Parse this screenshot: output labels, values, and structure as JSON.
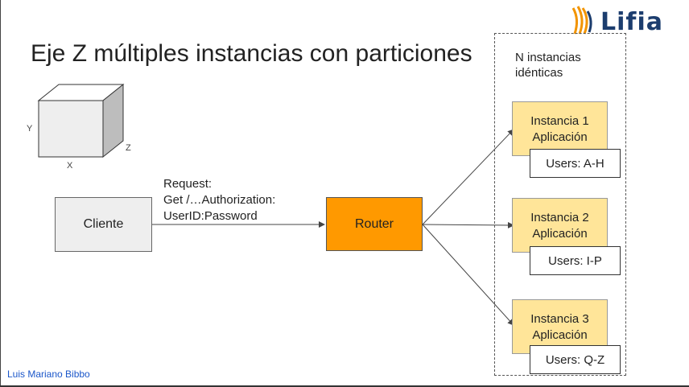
{
  "logo": {
    "text": "Lifia"
  },
  "title": "Eje Z múltiples instancias con particiones",
  "cube": {
    "axis_y": "Y",
    "axis_x": "X",
    "axis_z": "Z"
  },
  "client": {
    "label": "Cliente"
  },
  "request": {
    "lines": [
      "Request:",
      "Get /…Authorization:",
      "UserID:Password"
    ]
  },
  "router": {
    "label": "Router"
  },
  "group": {
    "label_lines": [
      "N instancias",
      "idénticas"
    ]
  },
  "instances": [
    {
      "line1": "Instancia 1",
      "line2": "Aplicación",
      "users": "Users: A-H"
    },
    {
      "line1": "Instancia 2",
      "line2": "Aplicación",
      "users": "Users: I-P"
    },
    {
      "line1": "Instancia 3",
      "line2": "Aplicación",
      "users": "Users: Q-Z"
    }
  ],
  "footer": {
    "author": "Luis Mariano Bibbo"
  },
  "colors": {
    "router": "#ff9900",
    "instance": "#ffe599",
    "client": "#eeeeee",
    "logo": "#1c3d6e",
    "logo_accent": "#f29400"
  }
}
